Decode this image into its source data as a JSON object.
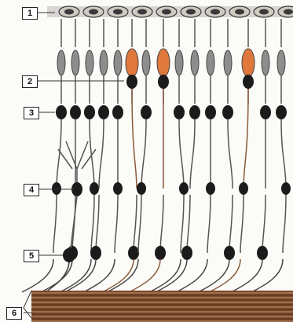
{
  "labels": {
    "l1": "1",
    "l2": "2",
    "l3": "3",
    "l4": "4",
    "l5": "5",
    "l6": "6"
  },
  "colors": {
    "neuron_dark": "#1b1b1b",
    "neuron_gray": "#8d8d8d",
    "highlight_orange": "#e0783c",
    "axon_brown": "#8a5a3a",
    "epithelium": "#3a3a3a",
    "nerve_bundle": "#7a4a2c"
  }
}
